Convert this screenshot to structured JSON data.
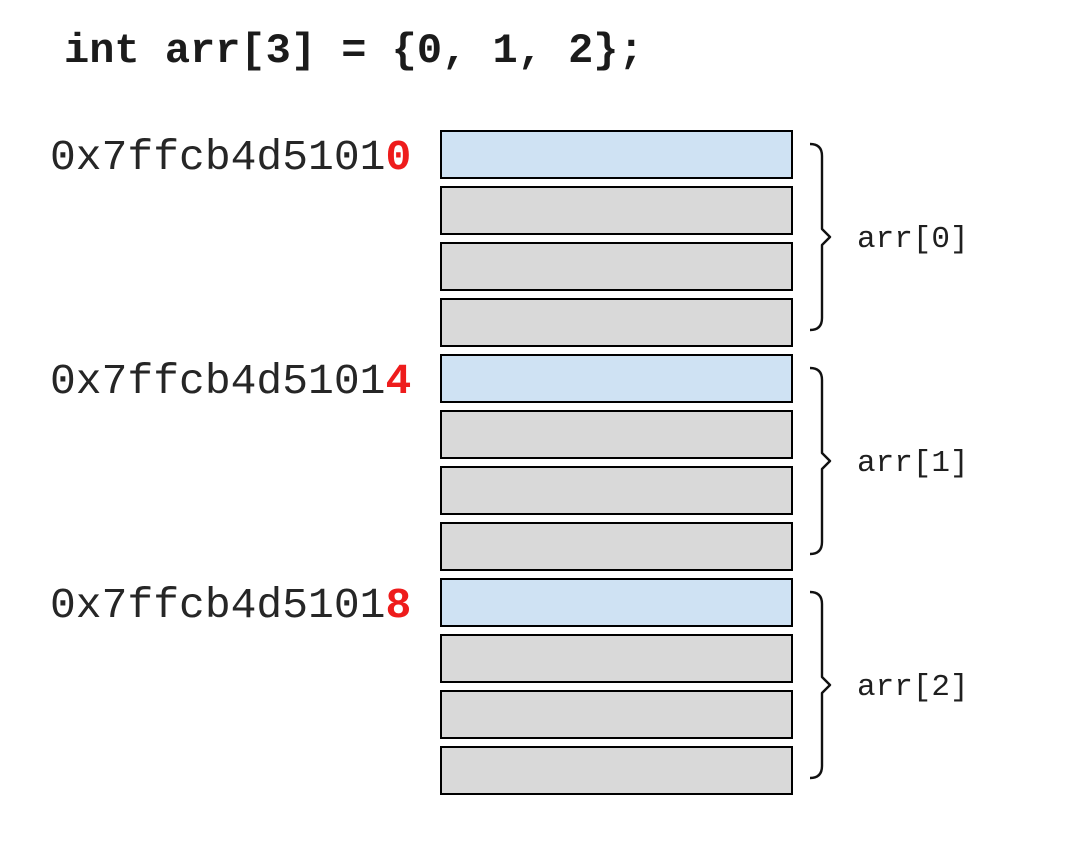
{
  "code_line": "int arr[3] = {0, 1, 2};",
  "colors": {
    "highlight_blue": "#cfe2f3",
    "cell_gray": "#d9d9d9",
    "offset_red": "#ee1c1c",
    "text_black": "#262626"
  },
  "memory": {
    "groups": [
      {
        "address": "0x7ffcb4d51010",
        "address_prefix": "0x7ffcb4d5101",
        "address_offset_digit": "0",
        "label": "arr[0]",
        "cells": [
          "#cfe2f3",
          "#d9d9d9",
          "#d9d9d9",
          "#d9d9d9"
        ]
      },
      {
        "address": "0x7ffcb4d51014",
        "address_prefix": "0x7ffcb4d5101",
        "address_offset_digit": "4",
        "label": "arr[1]",
        "cells": [
          "#cfe2f3",
          "#d9d9d9",
          "#d9d9d9",
          "#d9d9d9"
        ]
      },
      {
        "address": "0x7ffcb4d51018",
        "address_prefix": "0x7ffcb4d5101",
        "address_offset_digit": "8",
        "label": "arr[2]",
        "cells": [
          "#cfe2f3",
          "#d9d9d9",
          "#d9d9d9",
          "#d9d9d9"
        ]
      }
    ]
  }
}
